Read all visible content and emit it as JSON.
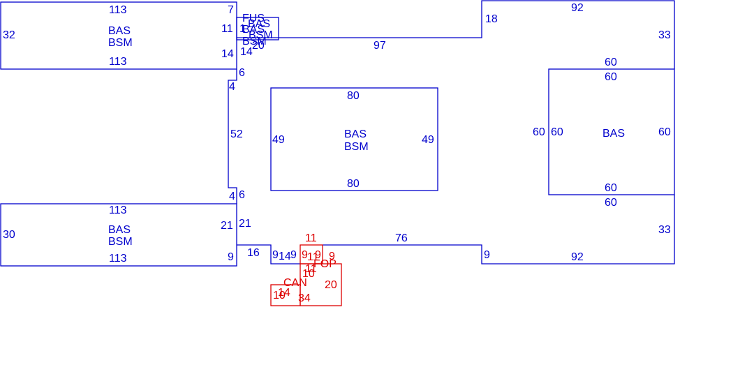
{
  "colors": {
    "primary": "#0000cc",
    "secondary": "#dd0000"
  },
  "labels": {
    "room_top_left": {
      "name": "BAS",
      "sub": "BSM",
      "top": "113",
      "bottom": "113",
      "left": "32",
      "right_a": "7",
      "right_b": "11",
      "right_c": "14"
    },
    "room_bottom_left": {
      "name": "BAS",
      "sub": "BSM",
      "top": "113",
      "bottom": "113",
      "left": "30",
      "right_a": "21",
      "right_b": "9"
    },
    "room_center": {
      "name": "BAS",
      "sub": "BSM",
      "top": "80",
      "bottom": "80",
      "left": "49",
      "right": "49"
    },
    "room_right": {
      "name": "BAS",
      "top": "60",
      "bottom": "60",
      "left": "60",
      "right": "60"
    },
    "small_stack": {
      "fus": "FUS",
      "bas_a": "BAS",
      "bas_b": "BAS",
      "bsm_a": "BSM",
      "bsm_b": "BSM",
      "n_1": "1",
      "n_20": "20",
      "n_14": "14"
    },
    "corridor": {
      "c_6_top": "6",
      "c_4_top": "4",
      "c_52": "52",
      "c_4_bot": "4",
      "c_6_bot": "6",
      "c_21": "21",
      "c_16": "16",
      "c_97": "97",
      "c_76": "76",
      "c_18": "18",
      "c_92_top": "92",
      "c_92_bot": "92",
      "c_33_top": "33",
      "c_33_bot": "33",
      "c_60_top": "60",
      "c_60_bot": "60",
      "c_60_left": "60",
      "c_9_a": "9",
      "c_14": "14",
      "c_9_b": "9",
      "c_9_c": "9"
    },
    "red_group": {
      "r_11": "11",
      "r_9_a": "9",
      "r_11_b": "11",
      "r_9_b": "9",
      "r_9_c": "9",
      "fop": "FOP",
      "r_11_c": "11",
      "r_10_a": "10",
      "can": "CAN",
      "r_20": "20",
      "r_14": "14",
      "r_10_b": "10",
      "r_34": "34"
    }
  }
}
